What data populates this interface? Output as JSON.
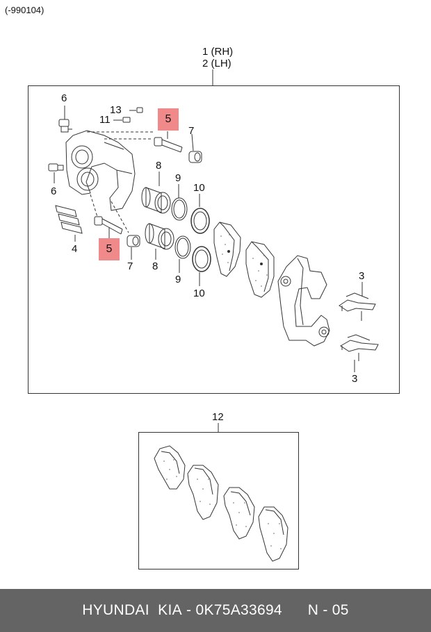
{
  "header": {
    "note": "(-990104)"
  },
  "assembly": {
    "rh": "1 (RH)",
    "lh": "2 (LH)"
  },
  "callouts": {
    "c3": "3",
    "c4": "4",
    "c5": "5",
    "c6": "6",
    "c7": "7",
    "c8": "8",
    "c9": "9",
    "c10": "10",
    "c11": "11",
    "c12": "12",
    "c13": "13"
  },
  "highlight_color": "#f08a8a",
  "footer": {
    "brand": "HYUNDAI  KIA",
    "dash": " - ",
    "part_number": "0K75A33694",
    "code": "N - 05"
  }
}
